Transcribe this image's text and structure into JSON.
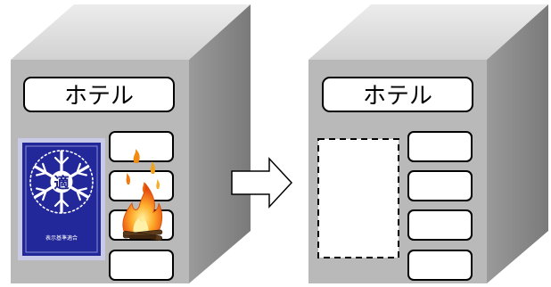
{
  "left_building": {
    "sign_label": "ホテル",
    "badge": {
      "center_char": "適",
      "caption": "表示基準適合",
      "colors": {
        "background": "#22279a",
        "border": "#c9cbe6",
        "emblem": "#ffffff"
      }
    },
    "window_count": 4,
    "fire_window_index": 2
  },
  "right_building": {
    "sign_label": "ホテル",
    "window_count": 4,
    "badge_placeholder": "dashed-outline"
  },
  "arrow": {
    "direction": "right",
    "icon": "hollow-right-arrow"
  },
  "colors": {
    "building_front": "#b7b7b7",
    "building_top": "#dcdcdc",
    "building_side": "#8e8e8e",
    "outline": "#000000",
    "window_fill": "#ffffff",
    "fire": "#f39c12"
  }
}
